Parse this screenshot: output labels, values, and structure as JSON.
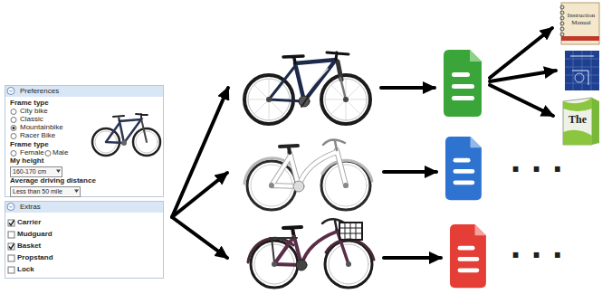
{
  "diagram": {
    "nodes": [
      {
        "text": [
          "Preferences",
          "Frame type",
          "City bike",
          "Classic",
          "Mountainbike",
          "Racer Bike",
          "Frame type",
          "Female",
          "Male",
          "My height",
          "Average driving distance"
        ]
      },
      {
        "text": [
          "160-170 cm"
        ],
        "in": 0
      },
      {
        "text": [
          "Less than 50 mile"
        ],
        "in": 0
      },
      {
        "text": [
          "Extras",
          "Carrier",
          "Mudguard",
          "Basket",
          "Propstand",
          "Lock"
        ]
      }
    ],
    "labels": [
      "Instruction Manual",
      "The",
      "...",
      "..."
    ]
  }
}
